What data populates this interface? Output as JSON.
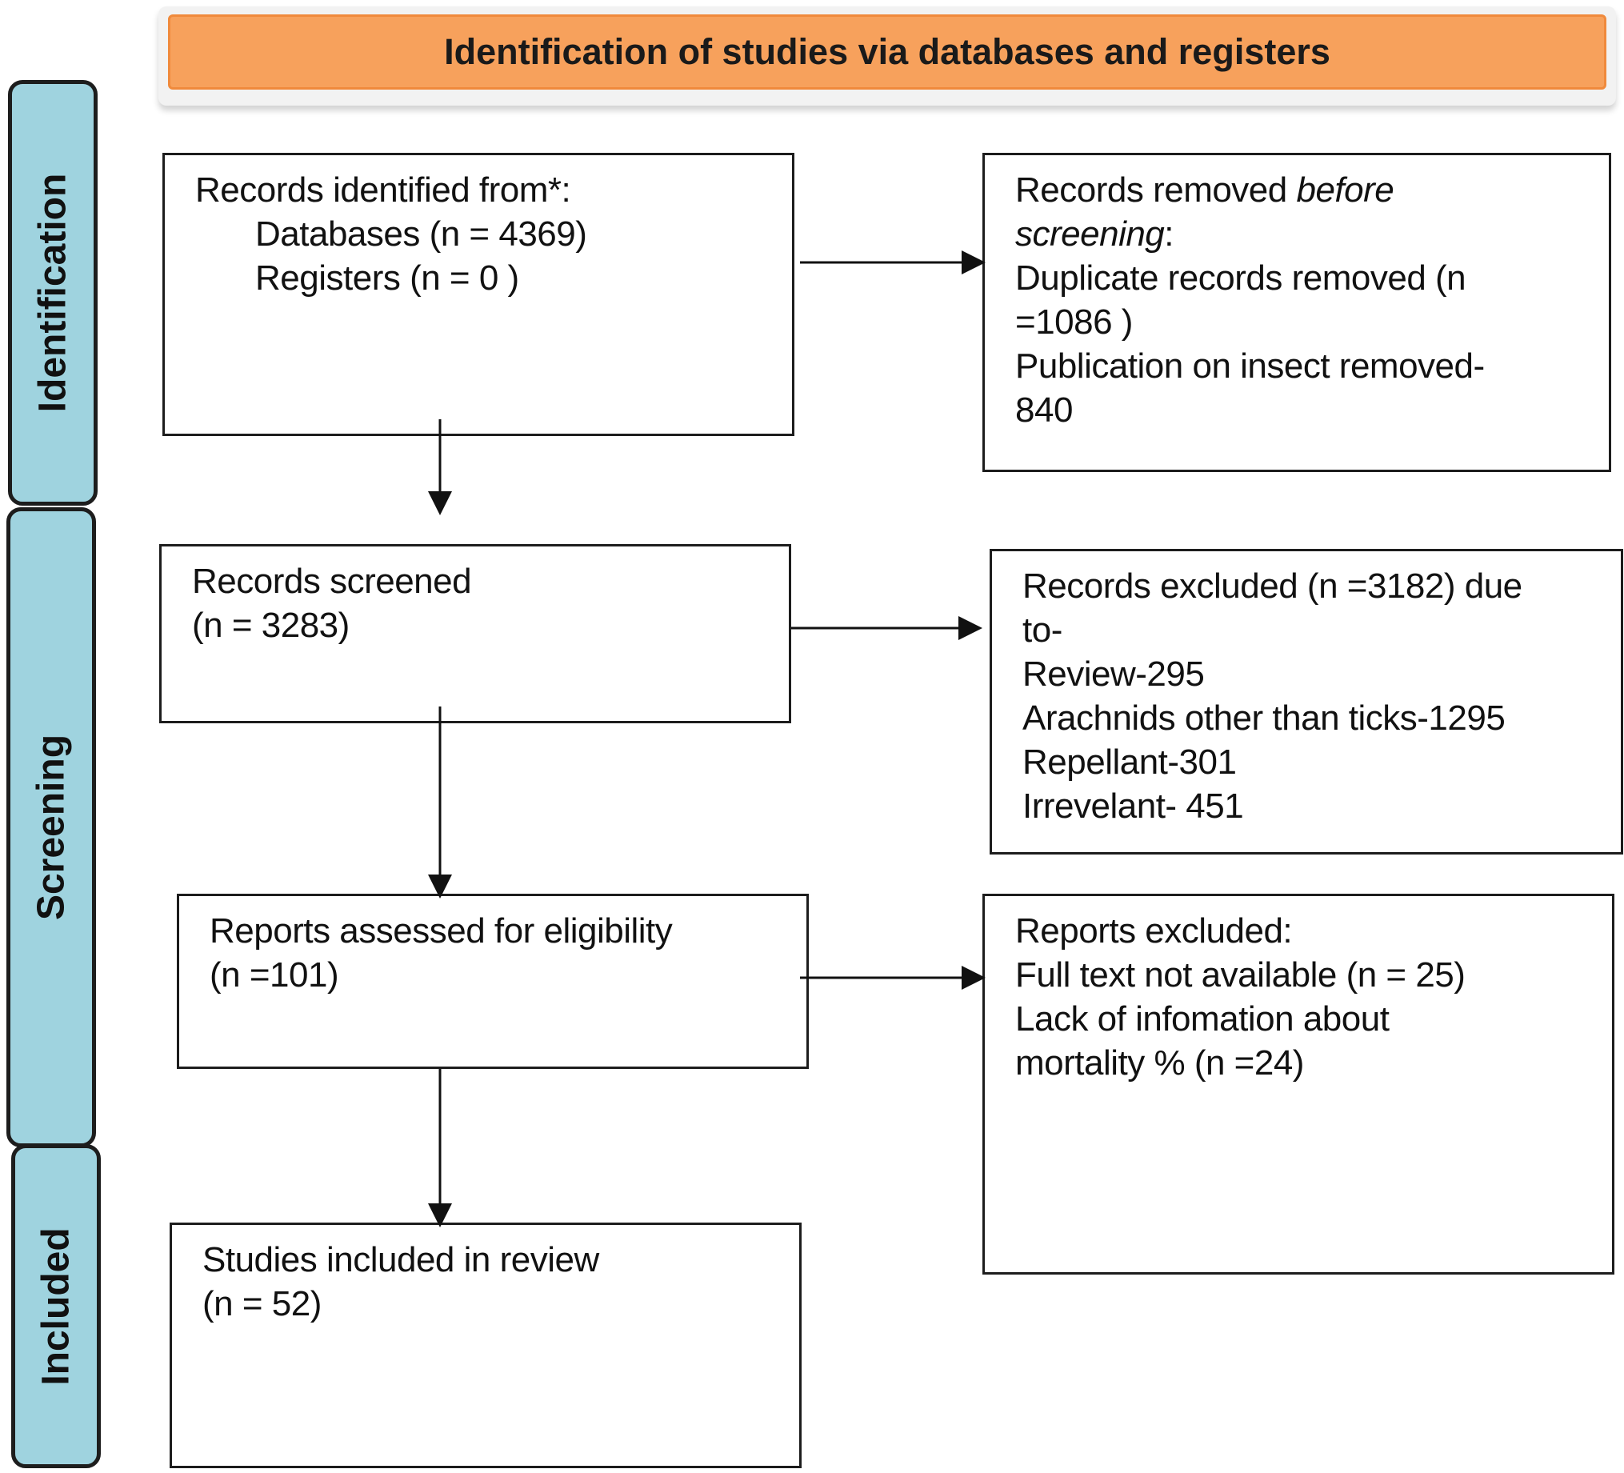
{
  "header": {
    "title": "Identification of studies via databases and registers"
  },
  "stages": {
    "identification": "Identification",
    "screening": "Screening",
    "included": "Included"
  },
  "boxes": {
    "records_identified": {
      "line1": "Records identified from*:",
      "line2": "Databases (n = 4369)",
      "line3": "Registers (n = 0 )"
    },
    "records_removed": {
      "line1_a": "Records removed ",
      "line1_b": "before",
      "line2_a": "screening",
      "line2_b": ":",
      "line3": "Duplicate records removed  (n",
      "line4": "=1086 )",
      "line5": "Publication on insect removed-",
      "line6": "840"
    },
    "records_screened": {
      "line1": "Records screened",
      "line2": "(n = 3283)"
    },
    "records_excluded": {
      "line1": "Records excluded (n =3182) due",
      "line2": "to-",
      "line3": "Review-295",
      "line4": "Arachnids other than ticks-1295",
      "line5": "Repellant-301",
      "line6": "Irrevelant- 451"
    },
    "reports_assessed": {
      "line1": "Reports assessed for eligibility",
      "line2": "(n =101)"
    },
    "reports_excluded": {
      "line1": "Reports excluded:",
      "line2": "Full text not available (n = 25)",
      "line3": "Lack of infomation about",
      "line4": "mortality % (n =24)"
    },
    "studies_included": {
      "line1": "Studies included in review",
      "line2": "(n = 52)"
    }
  }
}
